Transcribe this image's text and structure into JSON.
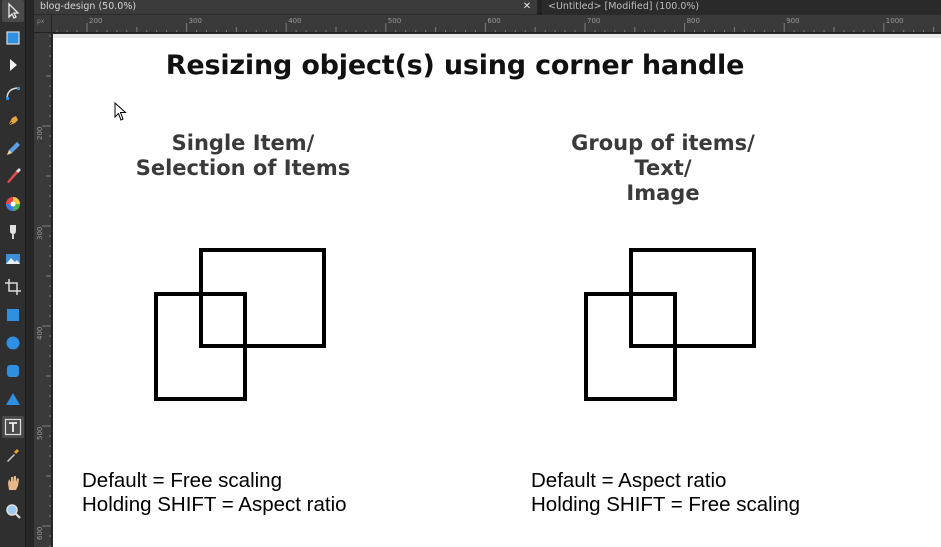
{
  "tabs": [
    {
      "label": "blog-design (50.0%)",
      "close_glyph": "✕"
    },
    {
      "label": "<Untitled> [Modified] (100.0%)"
    }
  ],
  "ruler": {
    "unit": "px",
    "top_ticks": [
      "200",
      "300",
      "400",
      "500",
      "600",
      "700",
      "800",
      "900",
      "1000"
    ],
    "left_ticks": [
      "200",
      "300",
      "400",
      "500",
      "600"
    ]
  },
  "tools": [
    {
      "name": "move-tool-icon"
    },
    {
      "name": "artboard-tool-icon"
    },
    {
      "name": "node-tool-icon"
    },
    {
      "name": "corner-tool-icon"
    },
    {
      "name": "pen-tool-icon"
    },
    {
      "name": "pencil-tool-icon"
    },
    {
      "name": "vector-brush-tool-icon"
    },
    {
      "name": "fill-tool-icon"
    },
    {
      "name": "transparency-tool-icon"
    },
    {
      "name": "place-image-tool-icon"
    },
    {
      "name": "crop-tool-icon"
    },
    {
      "name": "rectangle-tool-icon"
    },
    {
      "name": "ellipse-tool-icon"
    },
    {
      "name": "rounded-rectangle-tool-icon"
    },
    {
      "name": "triangle-tool-icon"
    },
    {
      "name": "text-tool-icon"
    },
    {
      "name": "color-picker-tool-icon"
    },
    {
      "name": "view-tool-icon"
    },
    {
      "name": "zoom-tool-icon"
    }
  ],
  "canvas": {
    "heading": "Resizing object(s) using corner handle",
    "left": {
      "title_lines": [
        "Single Item/",
        "Selection of Items"
      ],
      "caption_lines": [
        "Default = Free scaling",
        "Holding SHIFT = Aspect ratio"
      ]
    },
    "right": {
      "title_lines": [
        "Group of items/",
        "Text/",
        "Image"
      ],
      "caption_lines": [
        "Default = Aspect ratio",
        "Holding SHIFT = Free scaling"
      ]
    }
  },
  "colors": {
    "accent": "#2f8fe0",
    "panel": "#2f2f2f",
    "canvas": "#ffffff"
  }
}
